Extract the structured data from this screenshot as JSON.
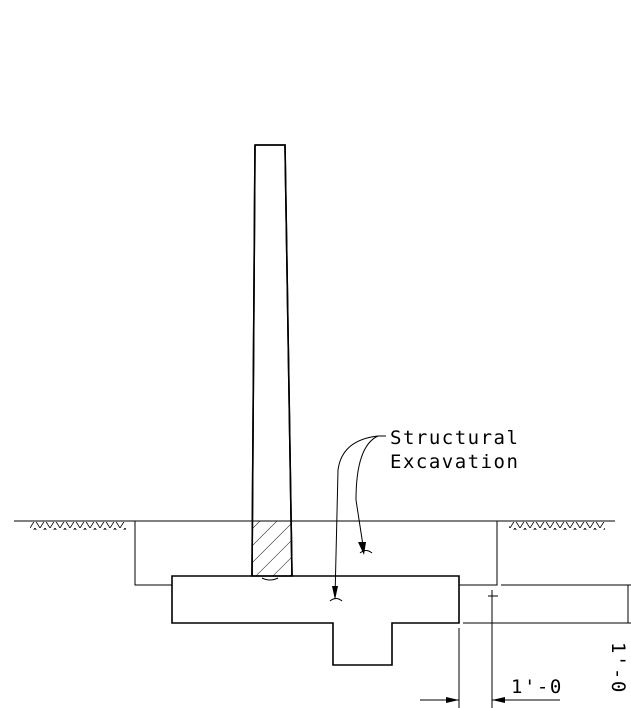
{
  "labels": {
    "callout_line1": "Structural",
    "callout_line2": "Excavation",
    "dim_horizontal": "1'-0",
    "dim_vertical": "1'-0"
  }
}
